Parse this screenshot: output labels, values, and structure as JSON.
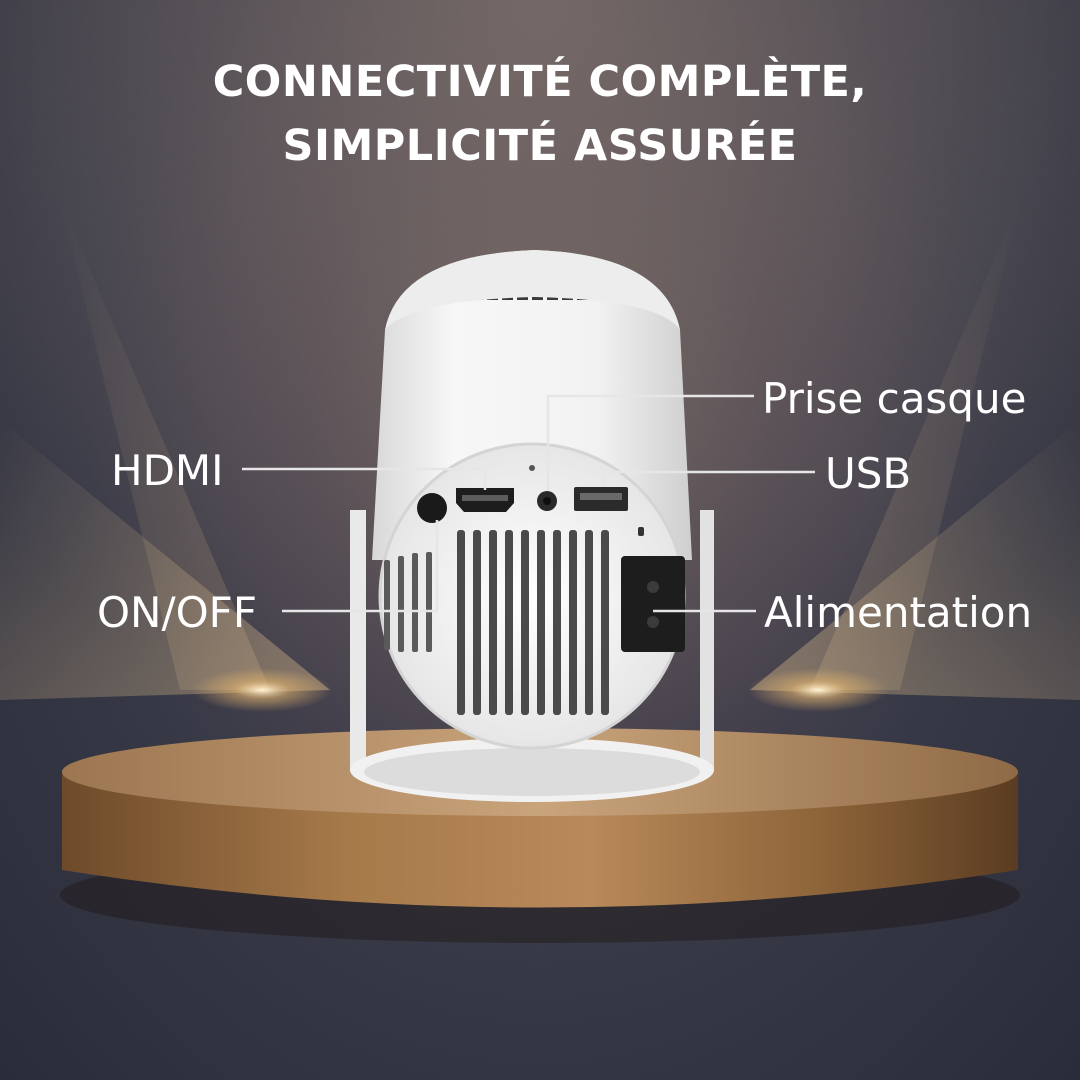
{
  "headline": {
    "line1": "CONNECTIVITÉ COMPLÈTE,",
    "line2": "SIMPLICITÉ ASSURÉE"
  },
  "callouts": {
    "hdmi": "HDMI",
    "on_off": "ON/OFF",
    "headphone": "Prise casque",
    "usb": "USB",
    "power": "Alimentation"
  },
  "colors": {
    "text": "#ffffff",
    "background": "#2f3142",
    "podium": "#a87a48",
    "projector_body": "#f2f2f2"
  }
}
